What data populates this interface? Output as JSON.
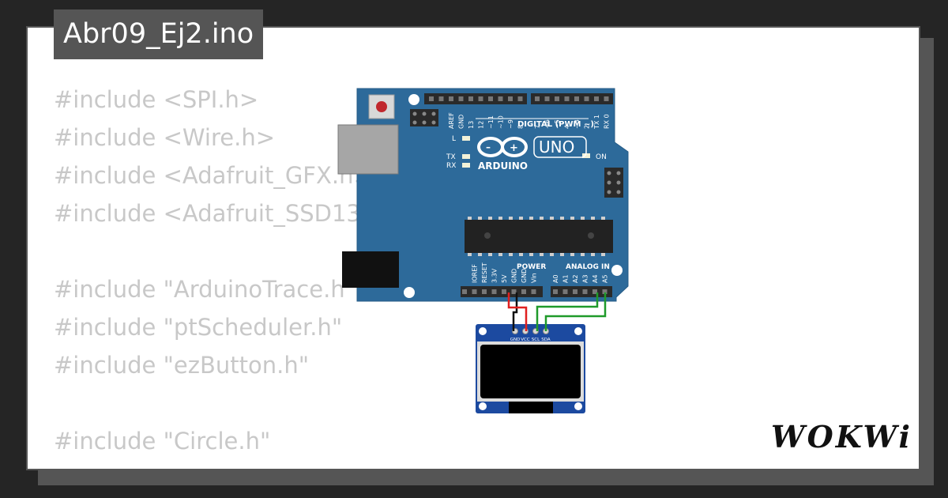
{
  "header": {
    "filename": "Abr09_Ej2.ino"
  },
  "code_lines": [
    "#include <SPI.h>",
    "#include <Wire.h>",
    "#include <Adafruit_GFX.h>",
    "#include <Adafruit_SSD1306.h>",
    "",
    "#include \"ArduinoTrace.h\"",
    "#include \"ptScheduler.h\"",
    "#include \"ezButton.h\"",
    "",
    "#include \"Circle.h\""
  ],
  "board": {
    "brand": "ARDUINO",
    "model": "UNO",
    "digital_label": "DIGITAL (PWM ~)",
    "power_label": "POWER",
    "analog_label": "ANALOG IN",
    "on_label": "ON",
    "l_label": "L",
    "tx_label": "TX",
    "rx_label": "RX",
    "top_pins": [
      "AREF",
      "GND",
      "13",
      "12",
      "~11",
      "~10",
      "~9",
      "8",
      "7",
      "~6",
      "~5",
      "4",
      "~3",
      "2",
      "TX 1",
      "RX 0"
    ],
    "bottom_pins": [
      "IOREF",
      "RESET",
      "3.3V",
      "5V",
      "GND",
      "GND",
      "Vin",
      "A0",
      "A1",
      "A2",
      "A3",
      "A4",
      "A5"
    ]
  },
  "oled": {
    "pins": [
      "GND",
      "VCC",
      "SCL",
      "SDA"
    ]
  },
  "wires": {
    "gnd_color": "#111111",
    "vcc_color": "#e02020",
    "i2c_color": "#1f9a2a"
  },
  "brand_logo": "WOKWi",
  "colors": {
    "board": "#2d6a9a",
    "background": "#252525",
    "header": "#555555",
    "code_text": "#c8c8c8"
  }
}
